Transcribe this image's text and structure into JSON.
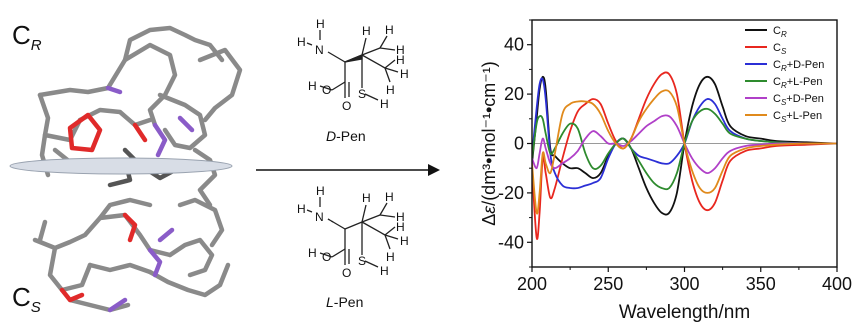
{
  "left_panel": {
    "top_molecule": {
      "label_main": "C",
      "label_sub": "R"
    },
    "bottom_molecule": {
      "label_main": "C",
      "label_sub": "S"
    }
  },
  "center_panel": {
    "d_pen": {
      "prefix": "D",
      "suffix": "-Pen"
    },
    "l_pen": {
      "prefix": "L",
      "suffix": "-Pen"
    },
    "atoms": {
      "H": "H",
      "N": "N",
      "O": "O",
      "S": "S"
    }
  },
  "colors": {
    "CR": "#111111",
    "CS": "#e8271f",
    "CR_D": "#2b2fd6",
    "CR_L": "#2e8b2e",
    "CS_D": "#b040c8",
    "CS_L": "#e08a1c",
    "bond": "#8a8a8a",
    "oxygen": "#e02a2a",
    "nitrogen": "#8a5cc8"
  },
  "chart_data": {
    "type": "line",
    "xlabel": "Wavelength/nm",
    "ylabel_parts": {
      "pre": "Δ",
      "eps": "ε",
      "unit": "/(dm³•mol⁻¹•cm⁻¹)"
    },
    "xlim": [
      200,
      400
    ],
    "ylim": [
      -50,
      50
    ],
    "xticks": [
      200,
      250,
      300,
      350,
      400
    ],
    "yticks": [
      -40,
      -20,
      0,
      20,
      40
    ],
    "legend_placement": "top-right",
    "series": [
      {
        "name": "C_R",
        "legend_main": "C",
        "legend_sub": "R",
        "legend_rest": "",
        "color_key": "CR",
        "x": [
          200,
          203,
          205,
          207,
          209,
          212,
          215,
          220,
          225,
          230,
          235,
          240,
          245,
          250,
          255,
          260,
          265,
          270,
          275,
          280,
          285,
          290,
          295,
          300,
          305,
          310,
          315,
          320,
          325,
          330,
          340,
          350,
          360,
          380,
          400
        ],
        "y": [
          -8,
          10,
          22,
          27,
          22,
          -2,
          -5,
          -8,
          -10,
          -10,
          -12,
          -14,
          -12,
          -5,
          0,
          2,
          -2,
          -10,
          -18,
          -24,
          -28,
          -28,
          -20,
          0,
          15,
          24,
          27,
          24,
          15,
          7,
          3,
          2,
          1,
          0.5,
          0
        ]
      },
      {
        "name": "C_S",
        "legend_main": "C",
        "legend_sub": "S",
        "legend_rest": "",
        "color_key": "CS",
        "x": [
          200,
          203,
          205,
          207,
          209,
          212,
          215,
          220,
          225,
          230,
          235,
          240,
          245,
          250,
          255,
          260,
          265,
          270,
          275,
          280,
          285,
          290,
          295,
          300,
          305,
          310,
          315,
          320,
          325,
          330,
          340,
          350,
          360,
          380,
          400
        ],
        "y": [
          -10,
          -38,
          -28,
          -6,
          -12,
          -22,
          -18,
          -6,
          5,
          13,
          16,
          18,
          16,
          8,
          1,
          -2,
          2,
          10,
          18,
          24,
          28,
          28,
          20,
          0,
          -15,
          -24,
          -27,
          -24,
          -15,
          -7,
          -3,
          -2,
          -1,
          -0.5,
          0
        ]
      },
      {
        "name": "C_R+D-Pen",
        "legend_main": "C",
        "legend_sub": "R",
        "legend_rest": "+D-Pen",
        "color_key": "CR_D",
        "x": [
          200,
          203,
          205,
          207,
          209,
          212,
          215,
          220,
          225,
          230,
          235,
          240,
          245,
          250,
          255,
          260,
          265,
          270,
          275,
          280,
          285,
          290,
          295,
          300,
          305,
          310,
          315,
          320,
          325,
          330,
          340,
          350,
          360,
          380,
          400
        ],
        "y": [
          -5,
          14,
          24,
          26,
          18,
          -4,
          -12,
          -17,
          -18,
          -18,
          -17,
          -16,
          -14,
          -6,
          0,
          2,
          -2,
          -5,
          -6,
          -7,
          -8,
          -8,
          -5,
          0,
          9,
          15,
          18,
          16,
          10,
          5,
          2,
          1,
          0.5,
          0,
          0
        ]
      },
      {
        "name": "C_R+L-Pen",
        "legend_main": "C",
        "legend_sub": "R",
        "legend_rest": "+L-Pen",
        "color_key": "CR_L",
        "x": [
          200,
          203,
          205,
          207,
          209,
          212,
          215,
          220,
          225,
          230,
          235,
          240,
          245,
          250,
          255,
          260,
          265,
          270,
          275,
          280,
          285,
          290,
          295,
          300,
          305,
          310,
          315,
          320,
          325,
          330,
          340,
          350,
          360,
          380,
          400
        ],
        "y": [
          -6,
          8,
          11,
          10,
          4,
          -4,
          -2,
          4,
          8,
          6,
          -4,
          -10,
          -9,
          -4,
          0,
          2,
          -2,
          -7,
          -12,
          -16,
          -18,
          -18,
          -12,
          0,
          9,
          13,
          14,
          12,
          8,
          4,
          2,
          1,
          0.5,
          0,
          0
        ]
      },
      {
        "name": "C_S+D-Pen",
        "legend_main": "C",
        "legend_sub": "S",
        "legend_rest": "+D-Pen",
        "color_key": "CS_D",
        "x": [
          200,
          203,
          205,
          207,
          209,
          212,
          215,
          220,
          225,
          230,
          235,
          240,
          245,
          250,
          255,
          260,
          265,
          270,
          275,
          280,
          285,
          290,
          295,
          300,
          305,
          310,
          315,
          320,
          325,
          330,
          340,
          350,
          360,
          380,
          400
        ],
        "y": [
          -6,
          -10,
          -4,
          2,
          -2,
          -8,
          -10,
          -8,
          -6,
          -3,
          2,
          5,
          3,
          0,
          0,
          -1,
          1,
          4,
          7,
          9,
          11,
          11,
          7,
          0,
          -6,
          -10,
          -12,
          -10,
          -6,
          -3,
          -1,
          -0.5,
          0,
          0,
          0
        ]
      },
      {
        "name": "C_S+L-Pen",
        "legend_main": "C",
        "legend_sub": "S",
        "legend_rest": "+L-Pen",
        "color_key": "CS_L",
        "x": [
          200,
          203,
          205,
          207,
          209,
          212,
          215,
          220,
          225,
          230,
          235,
          240,
          245,
          250,
          255,
          260,
          265,
          270,
          275,
          280,
          285,
          290,
          295,
          300,
          305,
          310,
          315,
          320,
          325,
          330,
          340,
          350,
          360,
          380,
          400
        ],
        "y": [
          -8,
          -28,
          -20,
          -4,
          -8,
          -12,
          -4,
          12,
          16,
          17,
          17,
          16,
          12,
          5,
          0,
          -2,
          2,
          9,
          14,
          18,
          21,
          21,
          15,
          0,
          -11,
          -18,
          -20,
          -18,
          -11,
          -5,
          -2,
          -1,
          -0.5,
          0,
          0
        ]
      }
    ]
  }
}
